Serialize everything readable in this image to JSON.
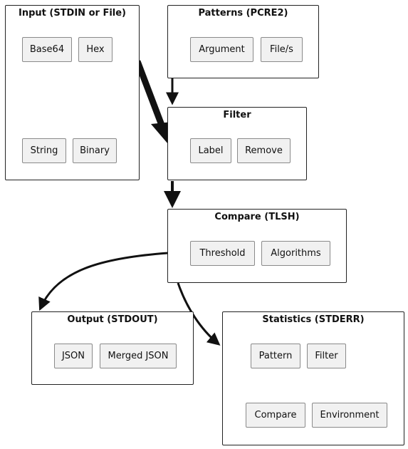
{
  "groups": {
    "input": {
      "title": "Input (STDIN or File)",
      "items": [
        "Base64",
        "Hex",
        "String",
        "Binary"
      ]
    },
    "patterns": {
      "title": "Patterns (PCRE2)",
      "items": [
        "Argument",
        "File/s"
      ]
    },
    "filter": {
      "title": "Filter",
      "items": [
        "Label",
        "Remove"
      ]
    },
    "compare": {
      "title": "Compare (TLSH)",
      "items": [
        "Threshold",
        "Algorithms"
      ]
    },
    "output": {
      "title": "Output (STDOUT)",
      "items": [
        "JSON",
        "Merged JSON"
      ]
    },
    "statistics": {
      "title": "Statistics (STDERR)",
      "items": [
        "Pattern",
        "Filter",
        "Compare",
        "Environment"
      ]
    }
  },
  "colors": {
    "border": "#222222",
    "chip_fill": "#f1f1f1",
    "chip_border": "#8a8a8a",
    "edge": "#111111"
  }
}
